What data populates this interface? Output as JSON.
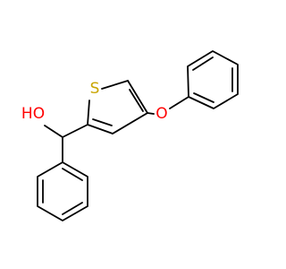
{
  "molecule": {
    "atoms": {
      "hydroxyl": "HO",
      "sulfur": "S",
      "ether_oxygen": "O"
    },
    "colors": {
      "bond": "#000000",
      "oxygen": "#ff0000",
      "sulfur": "#c9a500",
      "background": "#ffffff"
    }
  }
}
